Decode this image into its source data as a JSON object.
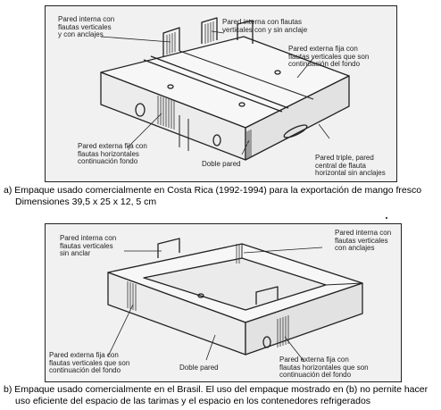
{
  "figure_a": {
    "labels": {
      "interna_anclajes": "Pared interna con\nflautas verticales\ny con anclajes",
      "interna_sin_anclaje": "Pared interna con flautas\nverticales con y sin anclaje",
      "externa_fija_vertical": "Pared externa fija con\nflautas verticales que son\ncontinuación del fondo",
      "externa_fija_horizontal": "Pared externa fija con\nflautas horizontales\ncontinuación fondo",
      "doble_pared": "Doble pared",
      "triple_pared": "Pared triple, pared\ncentral de flauta\nhorizontal sin anclajes"
    },
    "caption_line1": "a) Empaque usado comercialmente en Costa Rica (1992-1994) para la exportación de mango fresco",
    "caption_line2": "Dimensiones 39,5 x 25 x 12, 5 cm"
  },
  "figure_b": {
    "labels": {
      "interna_sin_anclar": "Pared interna con\nflautas verticales\nsin anclar",
      "interna_anclajes": "Pared interna con\nflautas verticales\ncon anclajes",
      "externa_fija_vertical": "Pared externa fija con\nflautas verticales que son\ncontinuación del fondo",
      "doble_pared": "Doble pared",
      "externa_fija_horizontal": "Pared externa fija con\nflautas horizontales que son\ncontinuación del fondo"
    },
    "caption_line1": "b) Empaque usado comercialmente en el Brasil. El uso del empaque mostrado en (b) no pernite hacer",
    "caption_line2": "uso  eficiente del espacio de las tarimas y el espacio en los contenedores refrigerados"
  }
}
